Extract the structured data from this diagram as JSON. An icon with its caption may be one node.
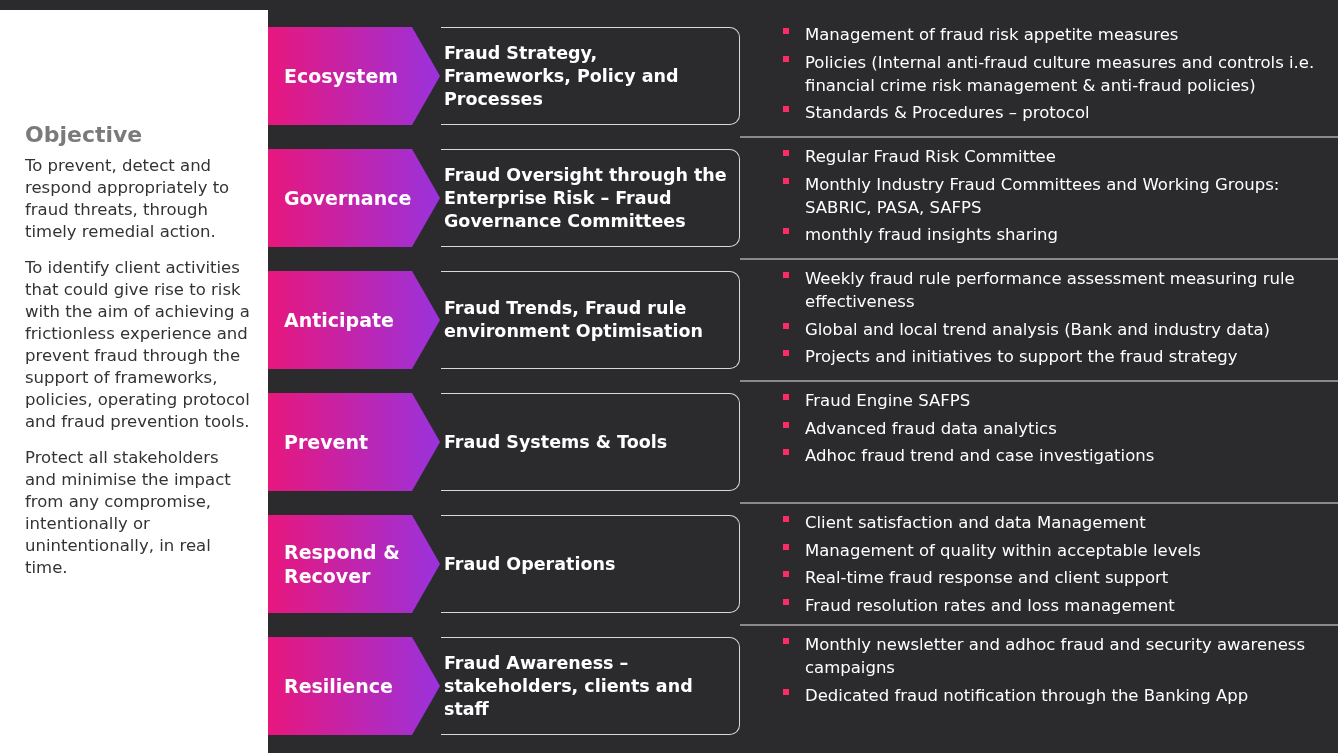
{
  "diagram": {
    "nodes": [
      {
        "text": [
          "Objective",
          "To prevent, detect and respond appropriately to fraud threats, through timely remedial action.",
          "To identify client activities that could give rise to risk with the aim of achieving a frictionless experience and  prevent fraud through the support of frameworks, policies, operating protocol and fraud prevention tools.",
          "Protect all stakeholders and minimise the impact from any compromise, intentionally or unintentionally, in real time."
        ]
      },
      {
        "text": [
          "Ecosystem"
        ]
      },
      {
        "text": [
          "Fraud Strategy, Frameworks, Policy and Processes"
        ]
      },
      {
        "text": [
          "Governance"
        ]
      },
      {
        "text": [
          "Fraud Oversight through the Enterprise Risk – Fraud Governance Committees"
        ]
      },
      {
        "text": [
          "Anticipate"
        ]
      },
      {
        "text": [
          "Fraud Trends, Fraud rule environment Optimisation"
        ]
      },
      {
        "text": [
          "Prevent"
        ]
      },
      {
        "text": [
          "Fraud Systems & Tools"
        ]
      },
      {
        "text": [
          "Respond & Recover"
        ]
      },
      {
        "text": [
          "Fraud Operations"
        ]
      },
      {
        "text": [
          "Resilience"
        ]
      },
      {
        "text": [
          "Fraud Awareness – stakeholders, clients and staff"
        ]
      }
    ],
    "labels": [
      "Management of fraud risk appetite measures",
      "Policies (Internal anti-fraud culture measures and controls i.e. financial crime risk management & anti-fraud policies)",
      "Standards & Procedures – protocol",
      "Regular Fraud Risk Committee",
      "Monthly Industry Fraud Committees and Working Groups: SABRIC, PASA, SAFPS",
      "monthly fraud insights sharing",
      "Weekly fraud rule performance assessment measuring rule effectiveness",
      "Global and local trend analysis (Bank and industry data)",
      "Projects and initiatives to support the fraud strategy",
      "Fraud Engine SAFPS",
      "Advanced fraud data analytics",
      "Adhoc fraud trend and case investigations",
      "Client satisfaction and data Management",
      "Management of quality within acceptable levels",
      "Real-time fraud response and client support",
      "Fraud resolution rates and loss management",
      "Monthly newsletter and adhoc fraud and security awareness campaigns",
      "Dedicated fraud notification through the Banking App"
    ]
  }
}
